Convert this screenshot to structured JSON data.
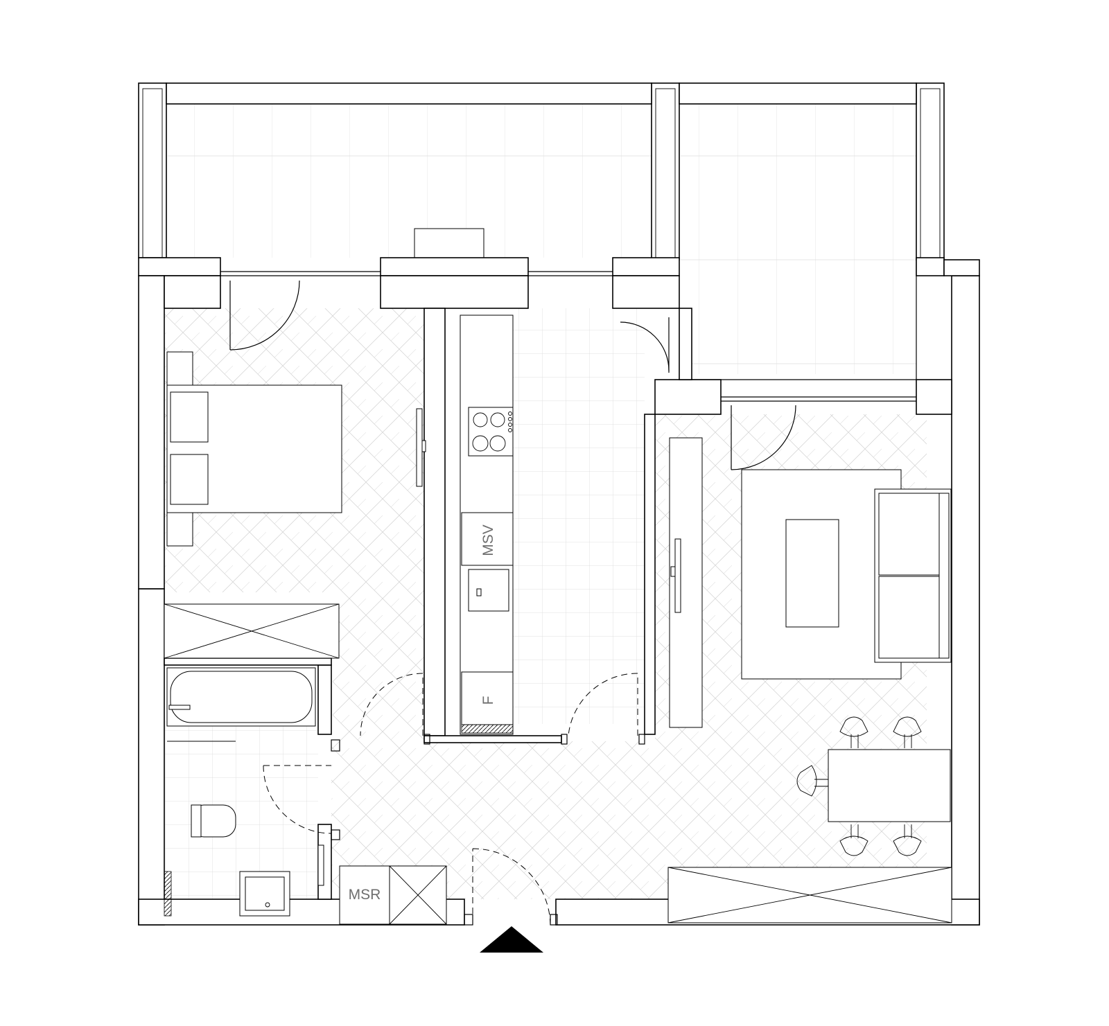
{
  "labels": {
    "kitchen_appliance": "MSV",
    "fridge": "F",
    "utility_cabinet": "MSR"
  },
  "icons": {
    "entrance": "entrance-arrow-icon"
  },
  "colors": {
    "line": "#000000",
    "text": "#6e6e6e",
    "floor_pattern": "#d0d0d0",
    "background": "#ffffff"
  }
}
